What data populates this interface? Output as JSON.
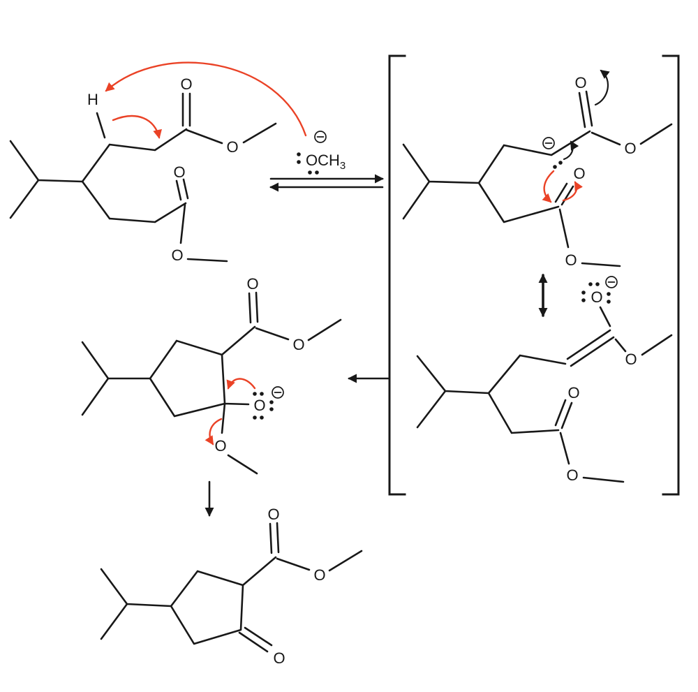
{
  "colors": {
    "background": "#ffffff",
    "bond": "#181818",
    "mechanism_arrow": "#ea4226"
  },
  "atoms": {
    "oxygen": "O",
    "hydrogen": "H"
  },
  "reagent": {
    "formula_main": "OCH",
    "formula_sub": "3"
  }
}
